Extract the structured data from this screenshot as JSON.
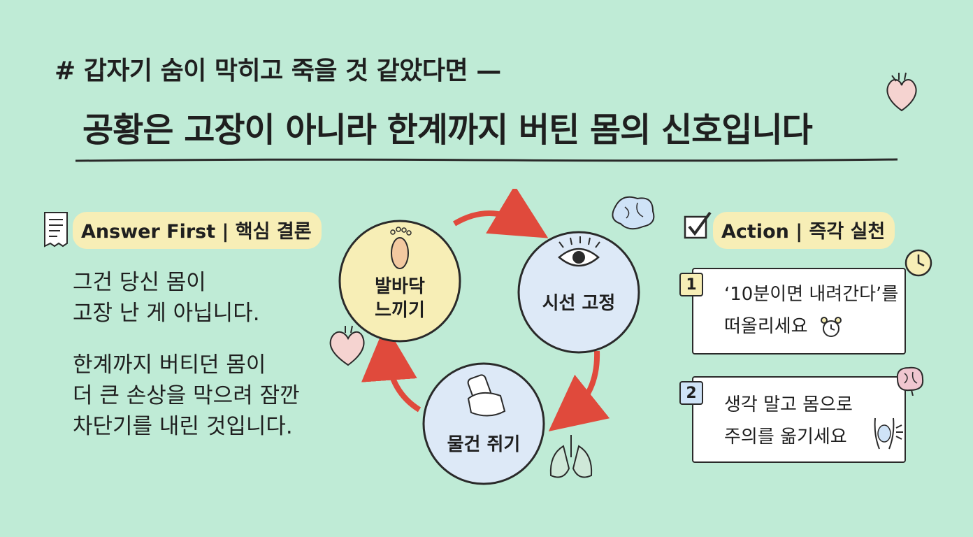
{
  "header": {
    "subtitle": "# 갑자기 숨이 막히고 죽을 것 같았다면 —",
    "title": "공황은 고장이 아니라 한계까지 버틴 몸의 신호입니다"
  },
  "answer": {
    "heading": "Answer First | 핵심 결론",
    "lines_1": [
      "그건 당신 몸이",
      "고장 난 게 아닙니다."
    ],
    "lines_2": [
      "한계까지 버티던 몸이",
      "더 큰 손상을 막으려 잠깐",
      "차단기를 내린 것입니다."
    ]
  },
  "cycle": {
    "nodes": [
      {
        "line1": "발바닥",
        "line2": "느끼기",
        "icon": "footprint-icon",
        "color": "#f7eeb6"
      },
      {
        "line1": "시선 고정",
        "icon": "eye-icon",
        "color": "#dde9f7"
      },
      {
        "line1": "물건 쥐기",
        "icon": "hand-grip-icon",
        "color": "#dde9f7"
      }
    ],
    "arrow_color": "#e04a3c"
  },
  "action": {
    "heading": "Action | 즉각 실천",
    "steps": [
      {
        "num": "1",
        "line1": "‘10분이면 내려간다’를",
        "line2": "떠올리세요",
        "icon": "alarm-clock-icon"
      },
      {
        "num": "2",
        "line1": "생각 말고 몸으로",
        "line2": "주의를 옮기세요",
        "icon": "body-icon"
      }
    ]
  },
  "colors": {
    "background": "#bfebd6",
    "highlight": "#f7eeb6",
    "arrow": "#e04a3c"
  }
}
